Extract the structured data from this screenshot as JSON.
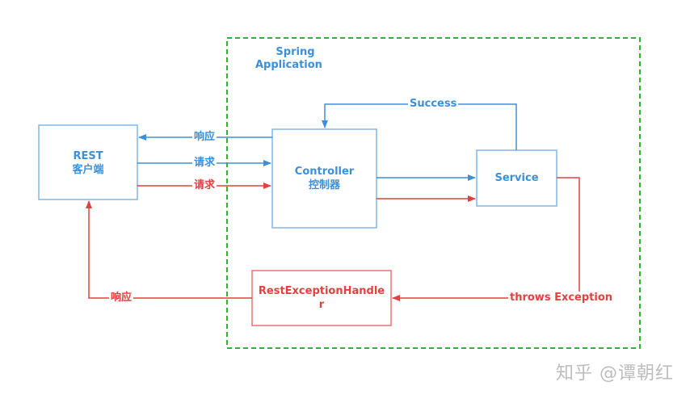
{
  "container": {
    "title_line1": "Spring",
    "title_line2": "Application"
  },
  "nodes": {
    "rest_client": {
      "line1": "REST",
      "line2": "客户端"
    },
    "controller": {
      "line1": "Controller",
      "line2": "控制器"
    },
    "service": {
      "line1": "Service"
    },
    "handler": {
      "line1": "RestExceptionHandle",
      "line2": "r"
    }
  },
  "edges": {
    "response_top": "响应",
    "request_blue": "请求",
    "request_red": "请求",
    "success": "Success",
    "throws": "throws Exception",
    "response_bottom": "响应"
  },
  "colors": {
    "blue": "#3d8fd6",
    "red": "#e34040",
    "green_dashed": "#2db52d"
  },
  "watermark": "知乎 @谭朝红"
}
